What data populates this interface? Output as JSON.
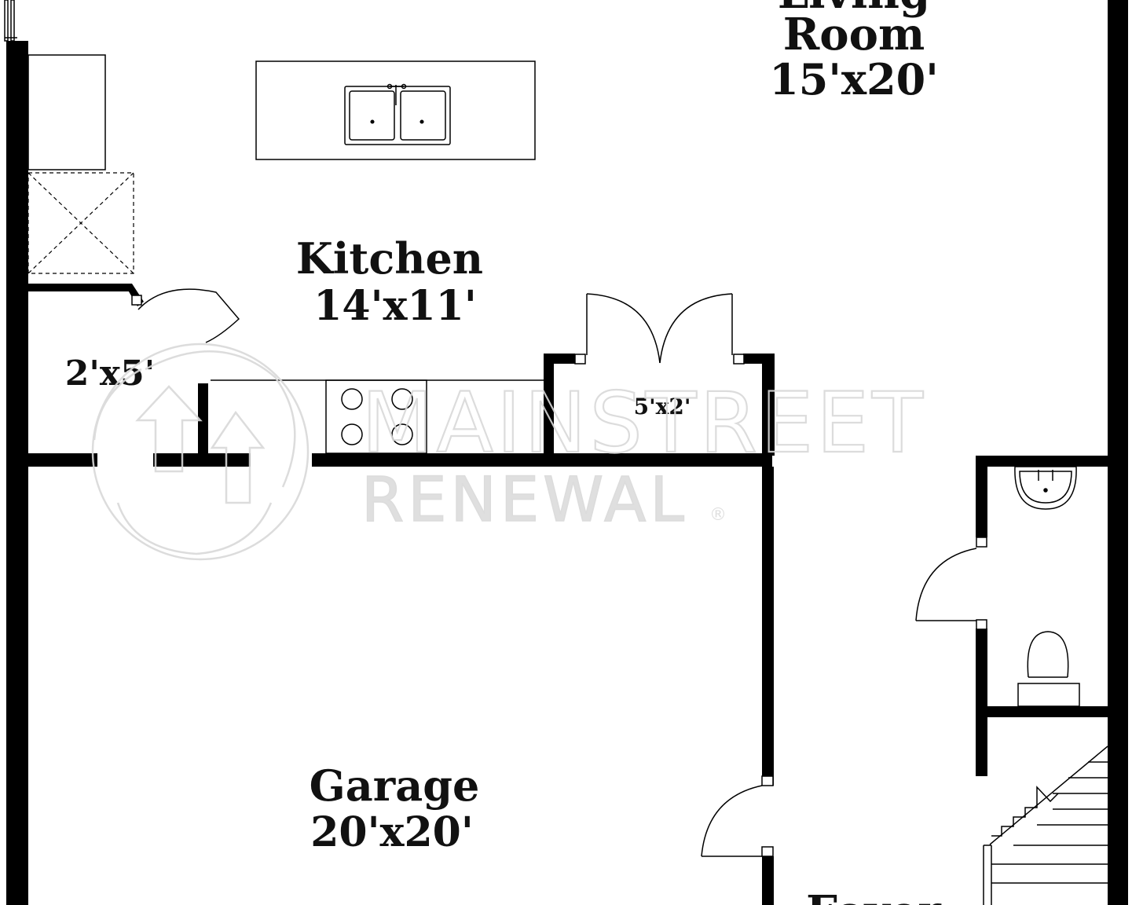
{
  "rooms": {
    "living_room": {
      "name_line1": "Living",
      "name_line2": "Room",
      "size": "15'x20'"
    },
    "kitchen": {
      "name": "Kitchen",
      "size": "14'x11'"
    },
    "pantry": {
      "size": "2'x5'"
    },
    "closet": {
      "size": "5'x2'"
    },
    "garage": {
      "name": "Garage",
      "size": "20'x20'"
    },
    "foyer": {
      "name": "Foyer"
    }
  },
  "watermark": {
    "brand_line1": "MAINSTREET",
    "brand_line2": "RENEWAL",
    "registered_mark": "®"
  },
  "colors": {
    "wall": "#000000",
    "line": "#000000",
    "label": "#111111",
    "watermark": "#d9d9d9",
    "background": "#ffffff"
  }
}
